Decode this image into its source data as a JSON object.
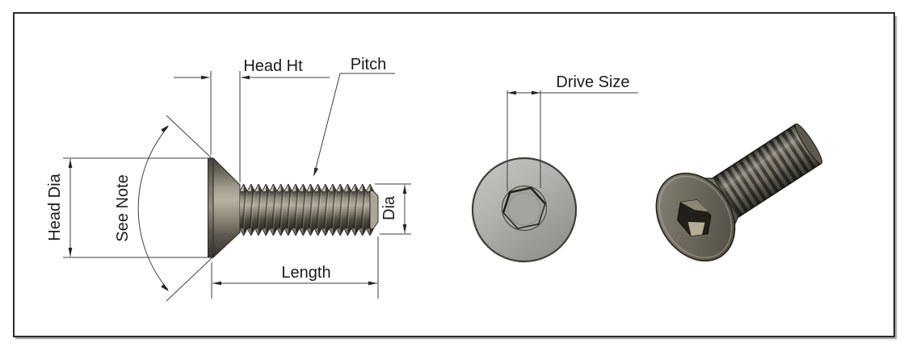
{
  "drawing": {
    "type": "technical-drawing",
    "subject": "flat-head-socket-cap-screw",
    "labels": {
      "head_height": "Head Ht",
      "pitch": "Pitch",
      "head_diameter": "Head Dia",
      "see_note": "See Note",
      "diameter": "Dia",
      "length": "Length",
      "drive_size": "Drive Size"
    },
    "colors": {
      "background": "#ffffff",
      "frame_border": "#2b2b2b",
      "frame_shadow": "#a6a6a6",
      "dimension_line": "#3f3f3f",
      "text": "#1a1a1a",
      "screw_dark": "#35332c",
      "screw_mid": "#7c776b",
      "screw_light": "#b6b1a4",
      "top_view_gray": "#b2b2ae"
    }
  }
}
